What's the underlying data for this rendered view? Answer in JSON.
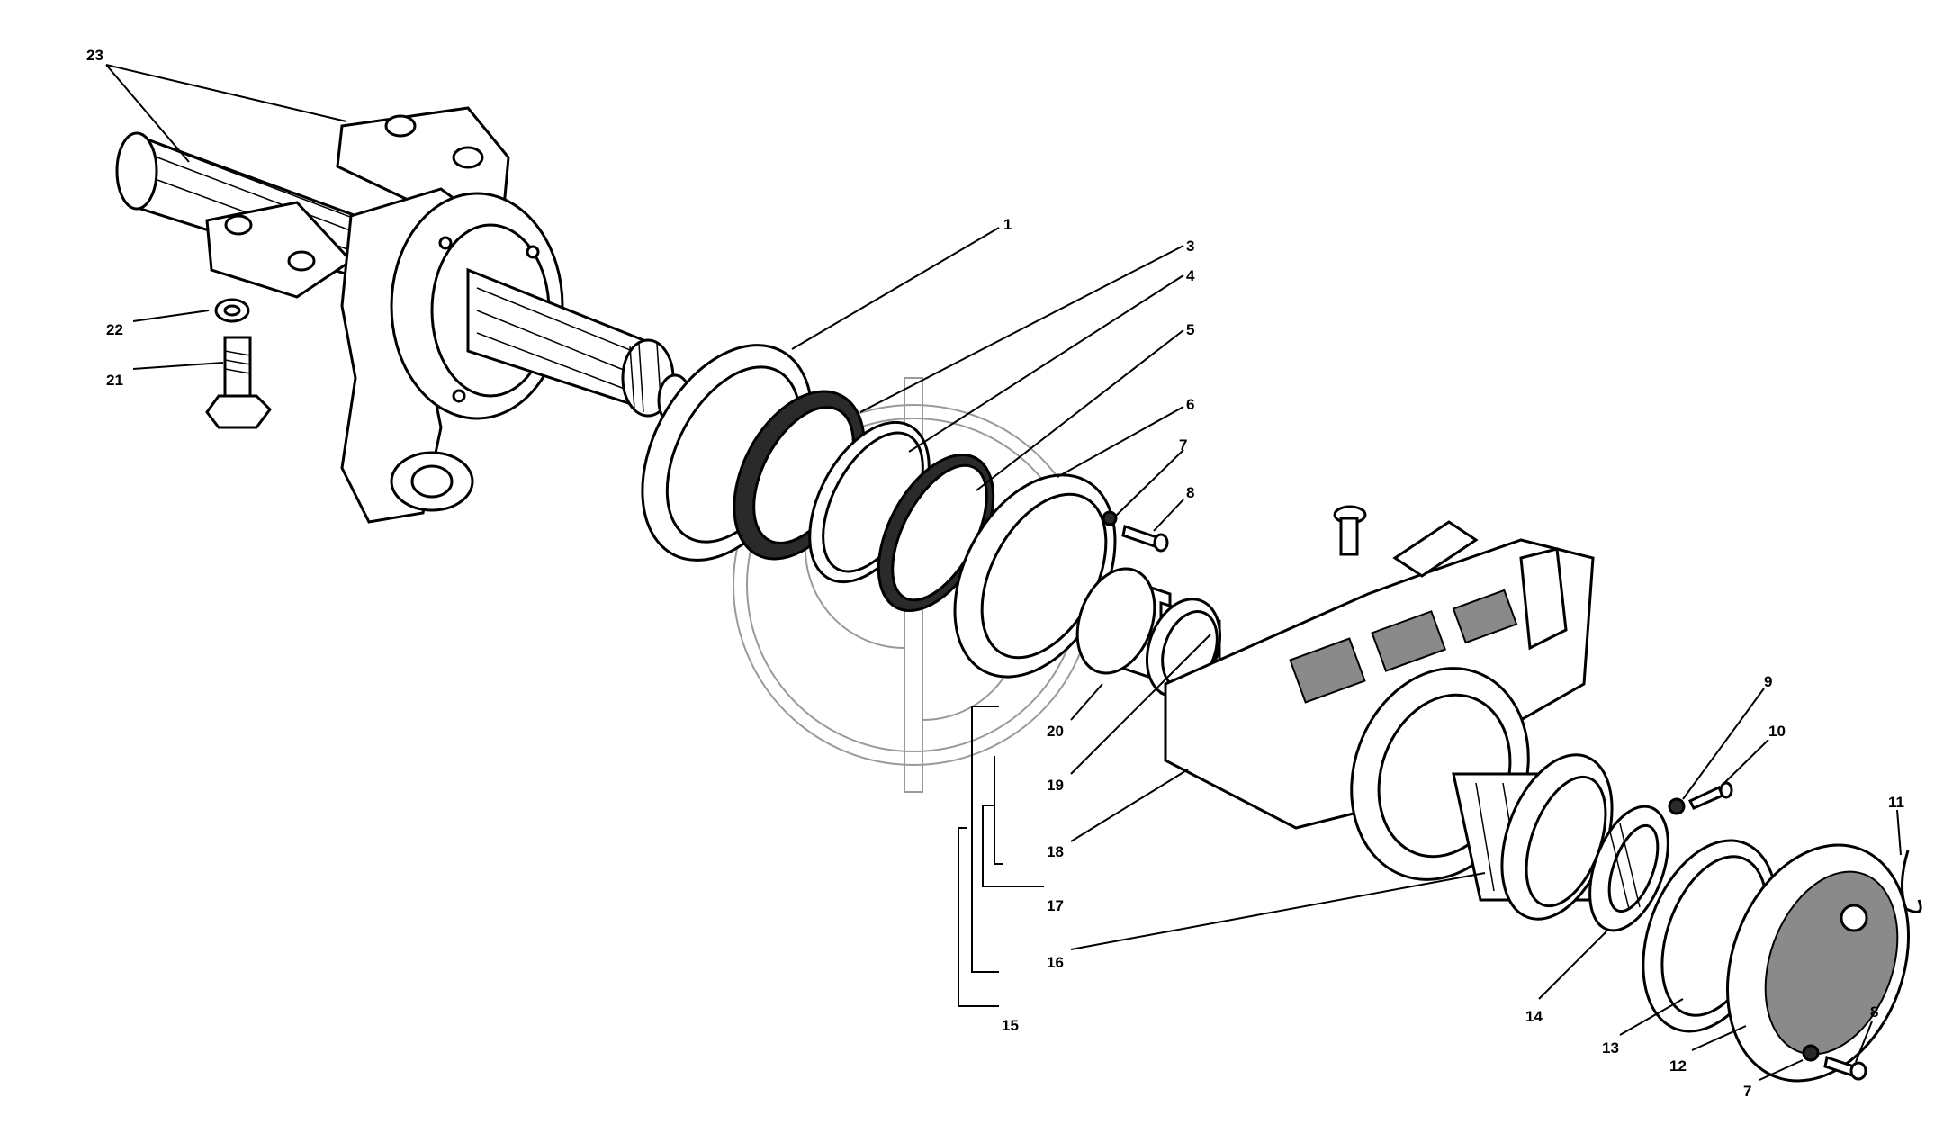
{
  "callouts": [
    {
      "id": "c23",
      "label": "23"
    },
    {
      "id": "c22",
      "label": "22"
    },
    {
      "id": "c21",
      "label": "21"
    },
    {
      "id": "c1",
      "label": "1"
    },
    {
      "id": "c3",
      "label": "3"
    },
    {
      "id": "c4",
      "label": "4"
    },
    {
      "id": "c5",
      "label": "5"
    },
    {
      "id": "c6",
      "label": "6"
    },
    {
      "id": "c7a",
      "label": "7"
    },
    {
      "id": "c8a",
      "label": "8"
    },
    {
      "id": "c9",
      "label": "9"
    },
    {
      "id": "c10",
      "label": "10"
    },
    {
      "id": "c11",
      "label": "11"
    },
    {
      "id": "c20",
      "label": "20"
    },
    {
      "id": "c19",
      "label": "19"
    },
    {
      "id": "c18",
      "label": "18"
    },
    {
      "id": "c17",
      "label": "17"
    },
    {
      "id": "c16",
      "label": "16"
    },
    {
      "id": "c15",
      "label": "15"
    },
    {
      "id": "c14",
      "label": "14"
    },
    {
      "id": "c13",
      "label": "13"
    },
    {
      "id": "c12",
      "label": "12"
    },
    {
      "id": "c7b",
      "label": "7"
    },
    {
      "id": "c8b",
      "label": "8"
    }
  ],
  "colors": {
    "ink": "#000000",
    "background": "#ffffff",
    "watermark": "#9a9a9a"
  }
}
